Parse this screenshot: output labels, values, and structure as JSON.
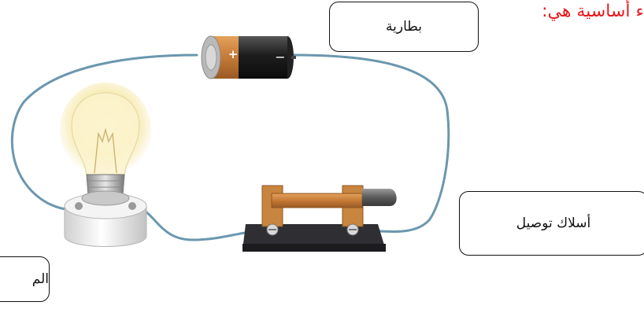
{
  "heading": "إء أساسية هي:",
  "labels": {
    "battery": "بطارية",
    "wires": "أسلاك توصيل",
    "bulb": "الم"
  },
  "battery_signs": {
    "positive": "+",
    "negative": "−"
  },
  "colors": {
    "heading": "#e8191d",
    "wire": "#6b97ae",
    "battery_copper": "#c97a3a",
    "switch_base": "#2f2f33",
    "switch_metal": "#c8853f"
  },
  "icons": [
    "battery-icon",
    "light-bulb-icon",
    "knife-switch-icon",
    "wire"
  ]
}
